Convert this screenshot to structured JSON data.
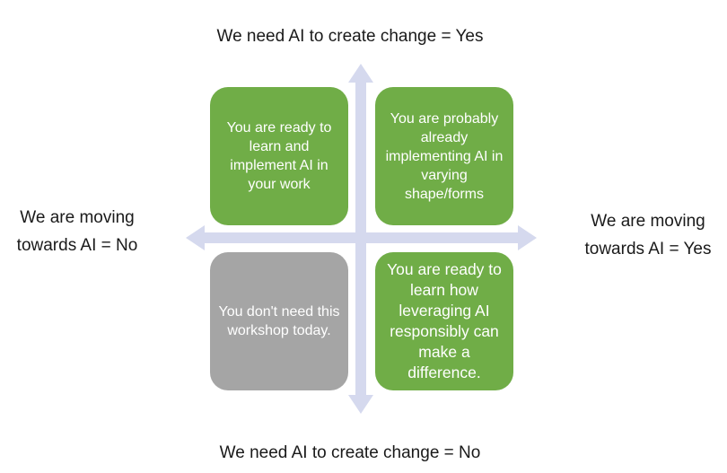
{
  "colors": {
    "green": "#70ad47",
    "gray": "#a5a5a5",
    "axis": "#d5d9ee"
  },
  "axes": {
    "top_label": "We need AI to create change = Yes",
    "bottom_label": "We need AI to create change = No",
    "left_label": "We are moving\ntowards AI = No",
    "right_label": "We are moving\ntowards AI = Yes"
  },
  "quadrants": {
    "top_left": "You are ready to learn and implement AI in your work",
    "top_right": "You are probably already implementing AI in varying shape/forms",
    "bottom_left": "You don't need this workshop today.",
    "bottom_right": "You are ready to learn how leveraging AI responsibly can make a difference."
  }
}
